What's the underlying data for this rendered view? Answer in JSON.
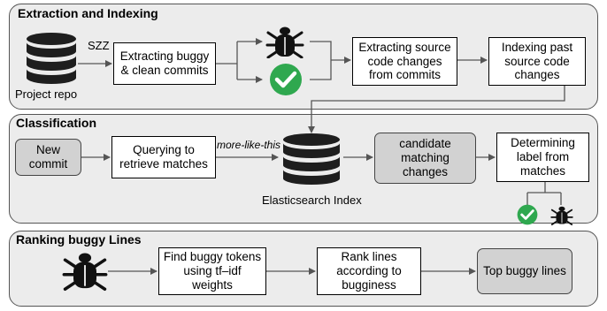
{
  "sections": {
    "extraction_title": "Extraction and Indexing",
    "classification_title": "Classification",
    "ranking_title": "Ranking buggy Lines"
  },
  "extraction": {
    "szz_label": "SZZ",
    "repo_label": "Project repo",
    "extract_commits": "Extracting buggy & clean commits",
    "extract_changes": "Extracting source code changes from commits",
    "indexing": "Indexing past source code changes"
  },
  "classification": {
    "new_commit": "New commit",
    "querying": "Querying to retrieve matches",
    "mlt_label": "more-like-this",
    "es_label": "Elasticsearch Index",
    "candidate": "candidate matching changes",
    "determining": "Determining label from matches"
  },
  "ranking": {
    "find_tokens": "Find buggy tokens using tf–idf weights",
    "rank_lines": "Rank lines according to bugginess",
    "top_lines": "Top buggy lines"
  },
  "colors": {
    "panel_bg": "#ececec",
    "grey_box": "#d2d2d2",
    "check_green": "#2fa84f",
    "database": "#1e1e1e"
  },
  "icons": [
    "database-icon",
    "bug-icon",
    "check-icon"
  ]
}
